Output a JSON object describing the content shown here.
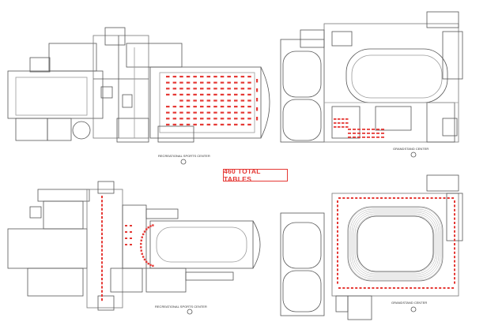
{
  "summary": {
    "total_tables": "460 TOTAL TABLES"
  },
  "colors": {
    "wall": "#555555",
    "wall_light": "#9a9a9a",
    "table": "#e53935",
    "background": "#ffffff"
  },
  "plans": [
    {
      "id": "top-left",
      "caption": "RECREATIONAL SPORTS CENTER"
    },
    {
      "id": "top-right",
      "caption": "GRANDSTAND CENTER"
    },
    {
      "id": "bottom-left",
      "caption": "RECREATIONAL SPORTS CENTER"
    },
    {
      "id": "bottom-right",
      "caption": "GRANDSTAND CENTER"
    }
  ]
}
